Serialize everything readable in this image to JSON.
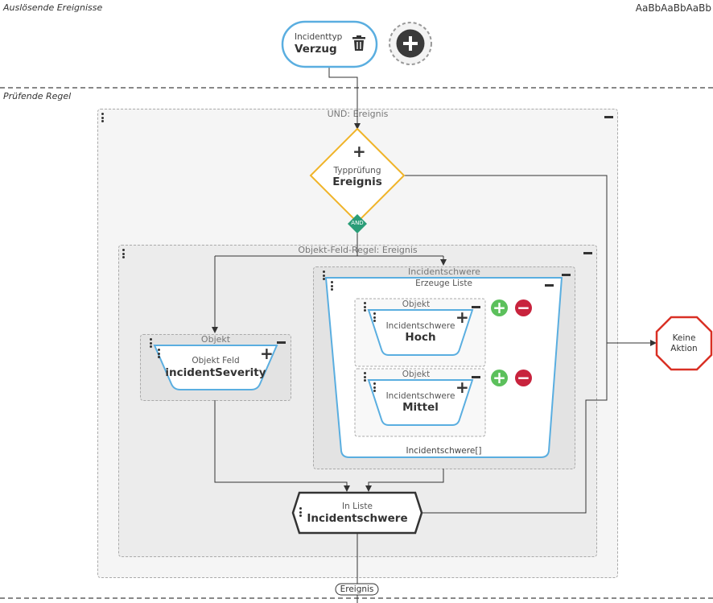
{
  "sections": {
    "trigger_title": "Auslösende Ereignisse",
    "rule_title": "Prüfende Regel"
  },
  "font_sizes_label": "AaBbAaBbAaBb",
  "trigger_node": {
    "label": "Incidenttyp",
    "value": "Verzug"
  },
  "and_group": {
    "title": "UND: Ereignis"
  },
  "type_check": {
    "label": "Typprüfung",
    "value": "Ereignis"
  },
  "and_badge": "AND",
  "field_rule_group": {
    "title": "Objekt-Feld-Regel: Ereignis"
  },
  "object_left": {
    "title": "Objekt",
    "label": "Objekt Feld",
    "value": "incidentSeverity"
  },
  "incident_group": {
    "title": "Incidentschwere"
  },
  "list_node": {
    "title": "Erzeuge Liste",
    "footer": "Incidentschwere[]"
  },
  "object_high": {
    "title": "Objekt",
    "label": "Incidentschwere",
    "value": "Hoch"
  },
  "object_mid": {
    "title": "Objekt",
    "label": "Incidentschwere",
    "value": "Mittel"
  },
  "in_list": {
    "label": "In Liste",
    "value": "Incidentschwere"
  },
  "no_action": {
    "line1": "Keine",
    "line2": "Aktion"
  },
  "bottom_tag": "Ereignis",
  "colors": {
    "trigger_blue": "#5aaee0",
    "diamond_orange": "#f0b429",
    "and_green": "#2a9d78",
    "stop_red": "#d93025",
    "add_green": "#5cc05c",
    "remove_red": "#c8233d"
  }
}
